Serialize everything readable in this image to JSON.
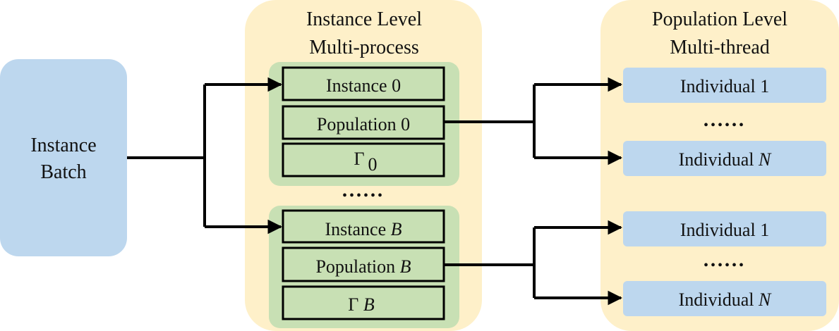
{
  "colors": {
    "yellow_panel": "#FEF0C9",
    "green_group": "#C8E0B4",
    "blue_box": "#BDD7EE",
    "line": "#000000"
  },
  "batch": {
    "line1": "Instance",
    "line2": "Batch"
  },
  "instance_panel": {
    "title_line1": "Instance Level",
    "title_line2": "Multi-process"
  },
  "population_panel": {
    "title_line1": "Population Level",
    "title_line2": "Multi-thread"
  },
  "group_top": {
    "instance": {
      "label": "Instance",
      "sub": "0"
    },
    "population": {
      "label": "Population",
      "sub": "0"
    },
    "gamma": {
      "symbol": "Γ",
      "sub": "0"
    }
  },
  "group_bottom": {
    "instance": {
      "label": "Instance",
      "sub": "B"
    },
    "population": {
      "label": "Population",
      "sub": "B"
    },
    "gamma": {
      "symbol": "Γ",
      "sub": "B"
    }
  },
  "individuals_top": {
    "first": {
      "label": "Individual",
      "sub": "1"
    },
    "last": {
      "label": "Individual",
      "sub": "N"
    }
  },
  "individuals_bottom": {
    "first": {
      "label": "Individual",
      "sub": "1"
    },
    "last": {
      "label": "Individual",
      "sub": "N"
    }
  },
  "ellipsis": "••••••"
}
